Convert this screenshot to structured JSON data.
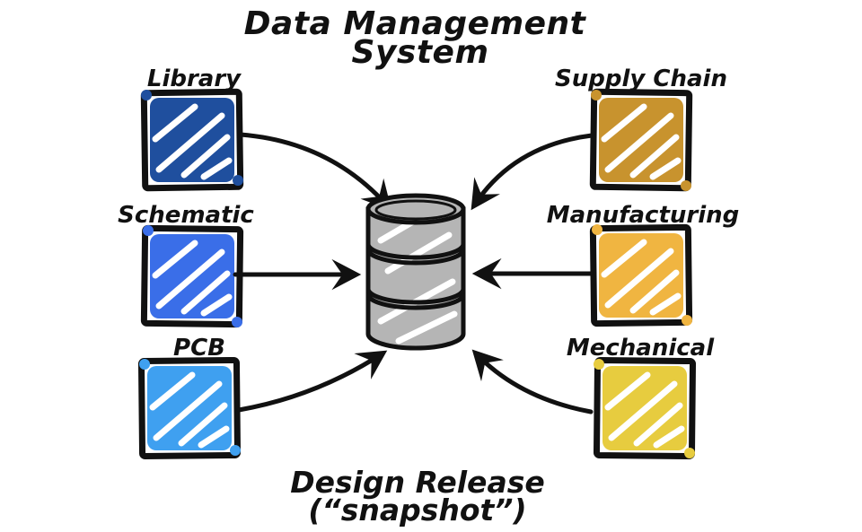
{
  "title": {
    "line1": "Data Management",
    "line2": "System"
  },
  "footer": {
    "line1": "Design Release",
    "line2": "(“snapshot”)"
  },
  "colors": {
    "ink": "#111111",
    "background": "#ffffff",
    "database_fill": "#b5b5b5"
  },
  "database": {
    "icon": "database-cylinder-icon"
  },
  "nodes": [
    {
      "id": "library",
      "label": "Library",
      "color": "#1f4f9e",
      "side": "left"
    },
    {
      "id": "schematic",
      "label": "Schematic",
      "color": "#3a6ee8",
      "side": "left"
    },
    {
      "id": "pcb",
      "label": "PCB",
      "color": "#3fa0f0",
      "side": "left"
    },
    {
      "id": "supply-chain",
      "label": "Supply Chain",
      "color": "#c8932e",
      "side": "right"
    },
    {
      "id": "manufacturing",
      "label": "Manufacturing",
      "color": "#f0b541",
      "side": "right"
    },
    {
      "id": "mechanical",
      "label": "Mechanical",
      "color": "#e7cc3f",
      "side": "right"
    }
  ],
  "arrows": [
    {
      "from": "library",
      "to": "database"
    },
    {
      "from": "schematic",
      "to": "database"
    },
    {
      "from": "pcb",
      "to": "database"
    },
    {
      "from": "supply-chain",
      "to": "database"
    },
    {
      "from": "manufacturing",
      "to": "database"
    },
    {
      "from": "mechanical",
      "to": "database"
    }
  ]
}
